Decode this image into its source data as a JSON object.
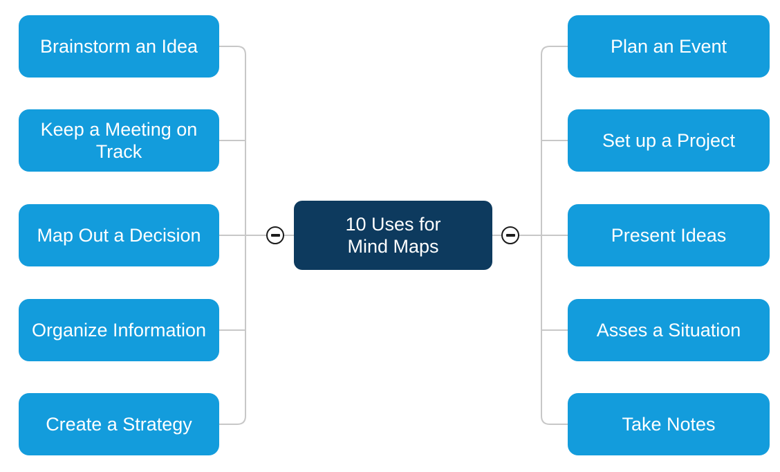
{
  "title": "10 Uses for Mind Maps",
  "colors": {
    "branch_node": "#139CDC",
    "center_node": "#0D3A5E",
    "connector": "#C7C7C7",
    "node_text": "#FFFFFF",
    "collapse_border": "#1B1B1B",
    "canvas_bg": "#FFFFFF"
  },
  "diagram": {
    "type": "mind-map",
    "center": {
      "label": "10 Uses for\nMind Maps"
    },
    "left_branch": {
      "collapse_icon": "minus-icon",
      "nodes": [
        {
          "label": "Brainstorm an Idea"
        },
        {
          "label": "Keep a Meeting on Track"
        },
        {
          "label": "Map Out a Decision"
        },
        {
          "label": "Organize Information"
        },
        {
          "label": "Create a Strategy"
        }
      ]
    },
    "right_branch": {
      "collapse_icon": "minus-icon",
      "nodes": [
        {
          "label": "Plan an Event"
        },
        {
          "label": "Set up a Project"
        },
        {
          "label": "Present Ideas"
        },
        {
          "label": "Asses a Situation"
        },
        {
          "label": "Take Notes"
        }
      ]
    }
  }
}
